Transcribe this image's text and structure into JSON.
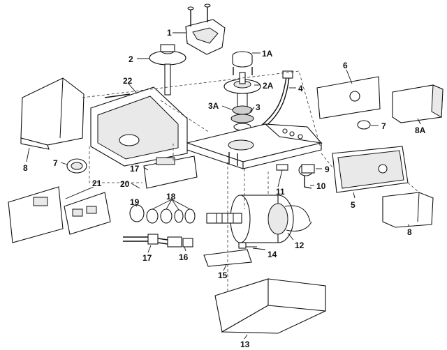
{
  "parts": {
    "p1": "1",
    "p1a": "1A",
    "p2": "2",
    "p2a": "2A",
    "p3": "3",
    "p3a": "3A",
    "p4": "4",
    "p5": "5",
    "p6": "6",
    "p7a": "7",
    "p7b": "7",
    "p8a": "8",
    "p8b": "8",
    "p8c": "8A",
    "p9": "9",
    "p10": "10",
    "p11": "11",
    "p12": "12",
    "p13": "13",
    "p14": "14",
    "p15": "15",
    "p16": "16",
    "p17a": "17",
    "p17b": "17",
    "p18": "18",
    "p19": "19",
    "p20": "20",
    "p21": "21",
    "p22": "22"
  }
}
